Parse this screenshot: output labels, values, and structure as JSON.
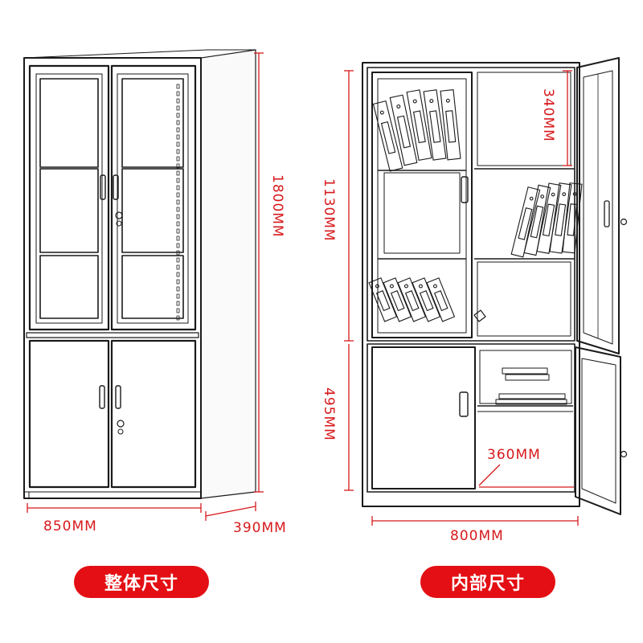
{
  "colors": {
    "dimension_line": "#d7191c",
    "dimension_text": "#d7191c",
    "badge_bg": "#e30f14",
    "badge_text": "#ffffff",
    "outline": "#1a1a1a"
  },
  "dimensions": {
    "overall_width": "850MM",
    "overall_depth": "390MM",
    "overall_height": "1800MM",
    "inner_upper_height": "1130MM",
    "inner_lower_height": "495MM",
    "shelf_spacing": "340MM",
    "inner_depth": "360MM",
    "inner_width": "800MM"
  },
  "labels": {
    "overall": "整体尺寸",
    "internal": "内部尺寸"
  },
  "icons": {
    "binder": "binder-icon",
    "lock": "lock-icon",
    "handle": "door-handle-icon"
  }
}
